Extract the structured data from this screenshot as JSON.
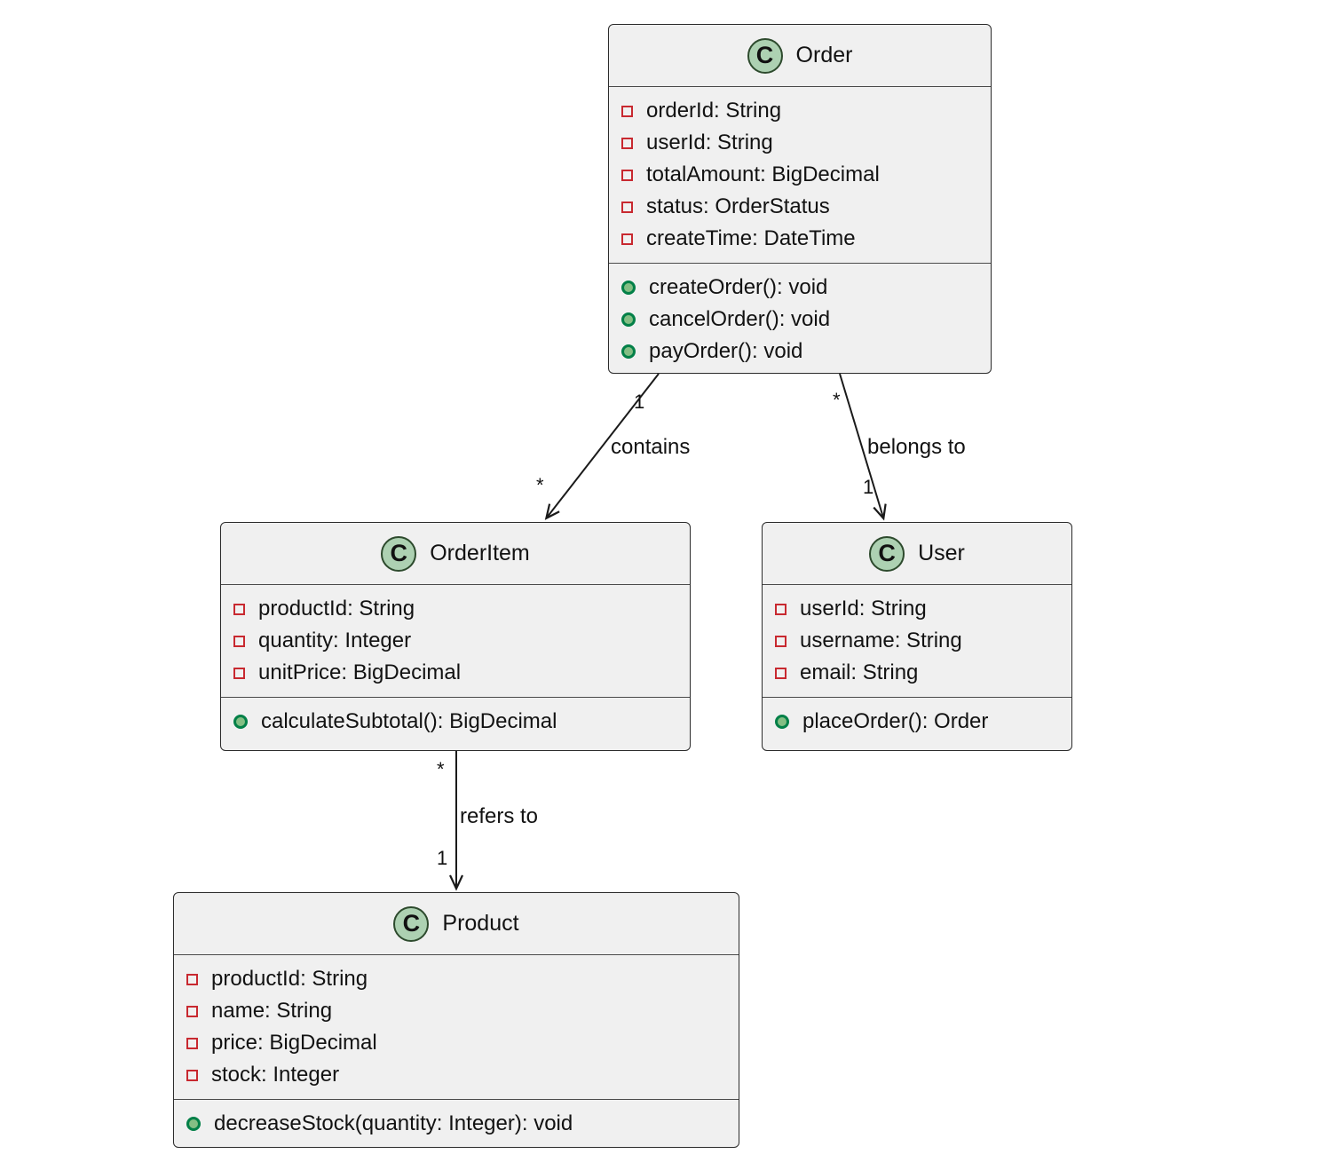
{
  "diagram": {
    "type": "uml-class-diagram",
    "background_color": "#ffffff",
    "colors": {
      "box_fill": "#f0f0f0",
      "box_border": "#2b2b2b",
      "class_icon_fill": "#ADD1B2",
      "class_icon_border": "#2d4a2d",
      "field_icon_color": "#C82930",
      "method_icon_fill": "#84BE84",
      "method_icon_border": "#038048",
      "edge_color": "#1a1a1a"
    },
    "icons": {
      "class_icon": "circled-letter-c",
      "field_icon": "red-square-outline",
      "method_icon": "green-filled-circle"
    }
  },
  "classes": [
    {
      "name": "Order",
      "icon_letter": "C",
      "attributes": [
        "orderId: String",
        "userId: String",
        "totalAmount: BigDecimal",
        "status: OrderStatus",
        "createTime: DateTime"
      ],
      "methods": [
        "createOrder(): void",
        "cancelOrder(): void",
        "payOrder(): void"
      ]
    },
    {
      "name": "OrderItem",
      "icon_letter": "C",
      "attributes": [
        "productId: String",
        "quantity: Integer",
        "unitPrice: BigDecimal"
      ],
      "methods": [
        "calculateSubtotal(): BigDecimal"
      ]
    },
    {
      "name": "User",
      "icon_letter": "C",
      "attributes": [
        "userId: String",
        "username: String",
        "email: String"
      ],
      "methods": [
        "placeOrder(): Order"
      ]
    },
    {
      "name": "Product",
      "icon_letter": "C",
      "attributes": [
        "productId: String",
        "name: String",
        "price: BigDecimal",
        "stock: Integer"
      ],
      "methods": [
        "decreaseStock(quantity: Integer): void"
      ]
    }
  ],
  "edges": [
    {
      "from": "Order",
      "to": "OrderItem",
      "label": "contains",
      "from_multiplicity": "1",
      "to_multiplicity": "*"
    },
    {
      "from": "Order",
      "to": "User",
      "label": "belongs to",
      "from_multiplicity": "*",
      "to_multiplicity": "1"
    },
    {
      "from": "OrderItem",
      "to": "Product",
      "label": "refers to",
      "from_multiplicity": "*",
      "to_multiplicity": "1"
    }
  ]
}
